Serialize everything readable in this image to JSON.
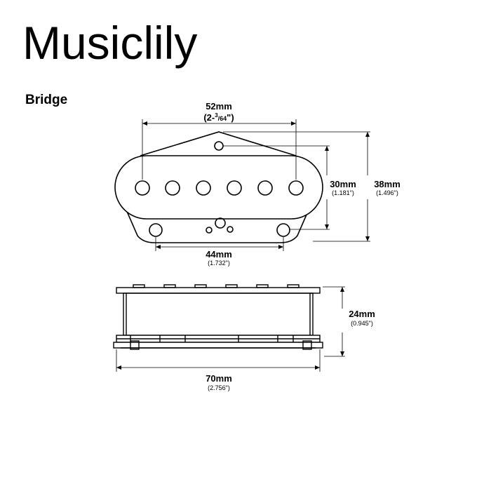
{
  "brand": {
    "name": "Musiclily"
  },
  "section": {
    "title": "Bridge"
  },
  "dimensions": {
    "top_width": {
      "mm": "52mm",
      "inch_prefix": "(2-",
      "inch_num": "3",
      "inch_den": "/64",
      "inch_suffix": "\")"
    },
    "inner_height": {
      "mm": "30mm",
      "inch": "(1.181\")"
    },
    "outer_height": {
      "mm": "38mm",
      "inch": "(1.496\")"
    },
    "mount_spacing": {
      "mm": "44mm",
      "inch": "(1.732\")"
    },
    "side_height": {
      "mm": "24mm",
      "inch": "(0.945\")"
    },
    "base_width": {
      "mm": "70mm",
      "inch": "(2.756\")"
    }
  },
  "colors": {
    "line": "#000000",
    "background": "#ffffff"
  }
}
